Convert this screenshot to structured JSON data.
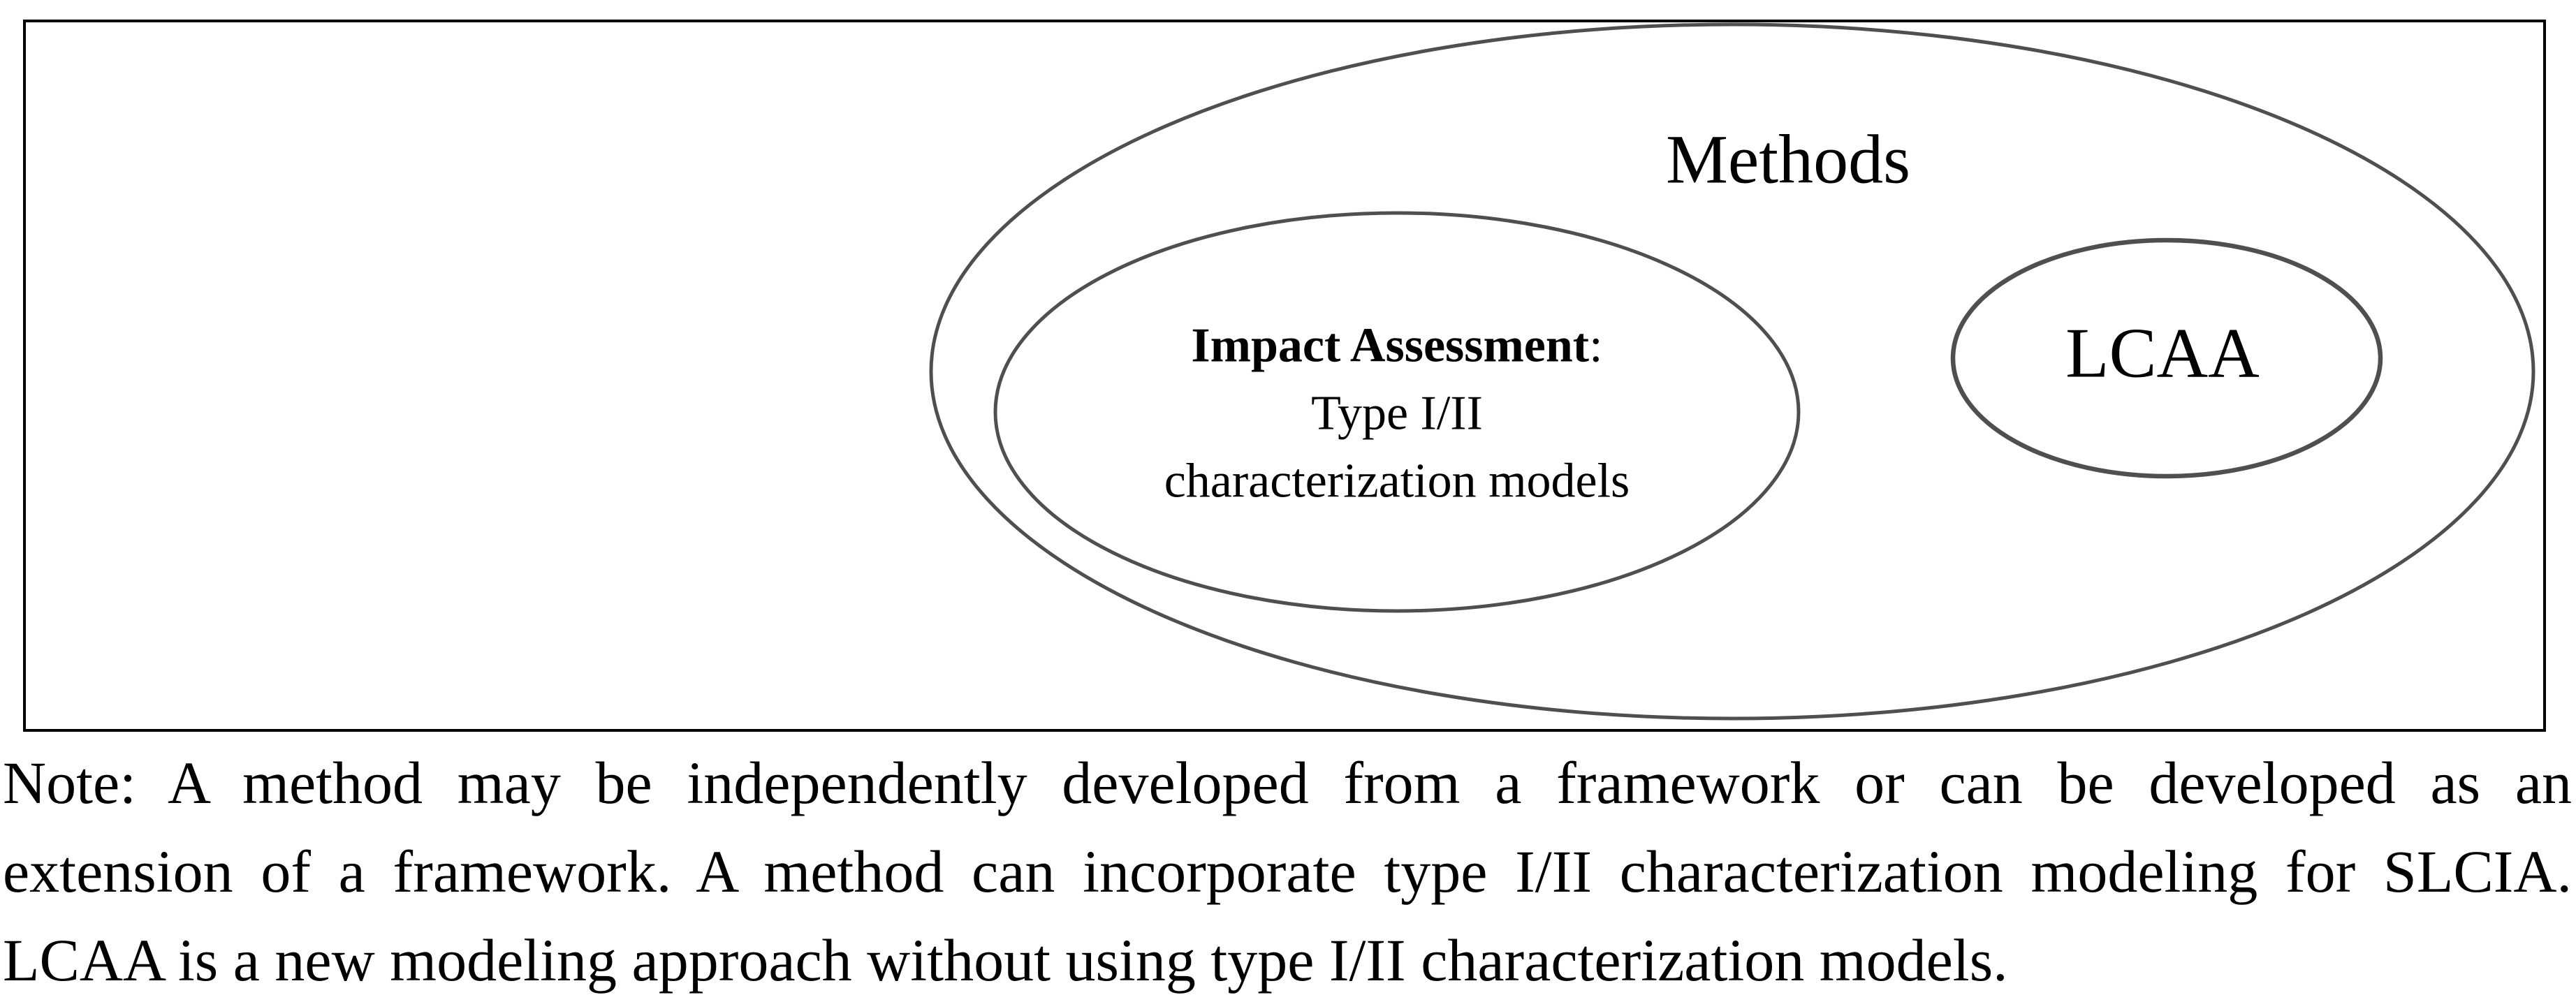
{
  "diagram": {
    "methods_label": "Methods",
    "impact_ellipse": {
      "title_bold": "Impact Assessment",
      "title_colon": ":",
      "line2": "Type I/II",
      "line3": "characterization models"
    },
    "lcaa_label": "LCAA"
  },
  "note": {
    "line1": "Note: A method may be independently developed from a framework or can be developed as an",
    "line2": "extension of a framework. A method can incorporate type I/II characterization modeling for SLCIA.",
    "line3": "LCAA is a new modeling approach without using type I/II characterization models."
  },
  "colors": {
    "ellipse_stroke": "#4f4f4f",
    "box_border": "#000000",
    "text": "#000000",
    "background": "#ffffff"
  }
}
